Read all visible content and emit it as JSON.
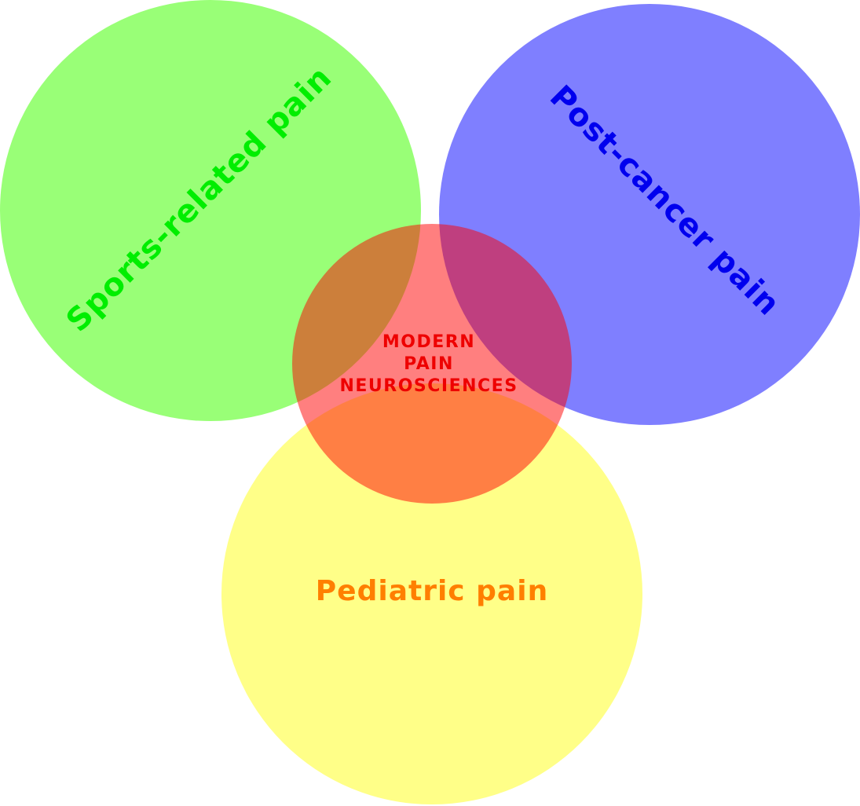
{
  "diagram": {
    "circles": [
      {
        "id": "sports",
        "label": "Sports-related pain",
        "fill": "#99ff77",
        "text_color": "#00ee00"
      },
      {
        "id": "postcancer",
        "label": "Post-cancer pain",
        "fill": "#7f7fff",
        "text_color": "#0000ee"
      },
      {
        "id": "pediatric",
        "label": "Pediatric pain",
        "fill": "#ffff88",
        "text_color": "#ff7f00"
      },
      {
        "id": "center",
        "label_lines": [
          "MODERN",
          "PAIN",
          "NEUROSCIENCES"
        ],
        "fill": "#ff0000",
        "fill_opacity": 0.5,
        "text_color": "#ee0000"
      }
    ]
  }
}
